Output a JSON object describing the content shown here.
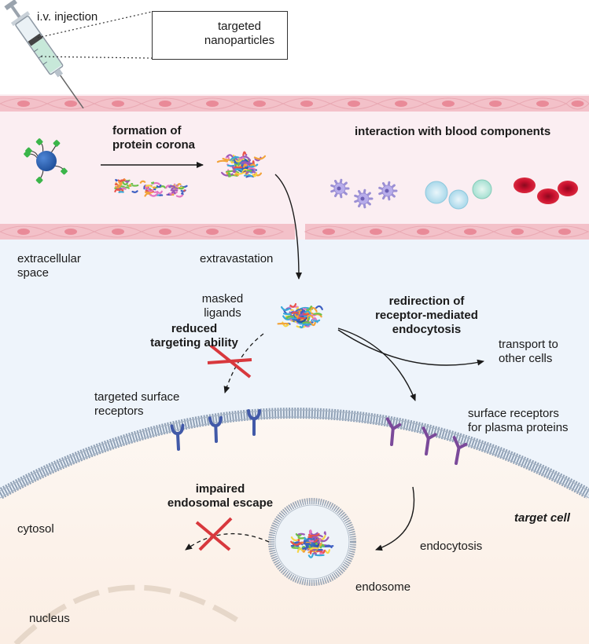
{
  "injection": {
    "label": "i.v. injection"
  },
  "legend": {
    "line1": "targeted",
    "line2": "nanoparticles"
  },
  "vessel": {
    "corona_line1": "formation of",
    "corona_line2": "protein corona",
    "blood_components": "interaction with blood components"
  },
  "extracellular": {
    "line1": "extracellular",
    "line2": "space",
    "extravastation": "extravastation",
    "masked_line1": "masked",
    "masked_line2": "ligands",
    "reduced_line1": "reduced",
    "reduced_line2": "targeting ability",
    "redirection_line1": "redirection of",
    "redirection_line2": "receptor-mediated",
    "redirection_line3": "endocytosis",
    "transport_line1": "transport to",
    "transport_line2": "other cells",
    "targeted_receptors_line1": "targeted surface",
    "targeted_receptors_line2": "receptors",
    "plasma_receptors_line1": "surface receptors",
    "plasma_receptors_line2": "for plasma proteins"
  },
  "cell": {
    "escape_line1": "impaired",
    "escape_line2": "endosomal escape",
    "target_cell": "target cell",
    "cytosol": "cytosol",
    "endocytosis": "endocytosis",
    "endosome": "endosome",
    "nucleus": "nucleus"
  },
  "colors": {
    "vessel_bg": "#fbeef2",
    "endothelium": "#f3c1c9",
    "endothelium_nucleus": "#e98a98",
    "extracellular_bg": "#eef4fb",
    "cytosol_bg": "#fcf4ee",
    "nanoparticle": "#2f64b4",
    "ligand": "#3bb54a",
    "receptor_targeted": "#4159a8",
    "receptor_plasma": "#7b4a9a",
    "red_cross": "#d8383d",
    "red_blood_cell": "#c8102e",
    "platelet": "#9b8fd4",
    "leukocyte": "#b5e0ef",
    "membrane": "#8fa0b5"
  }
}
